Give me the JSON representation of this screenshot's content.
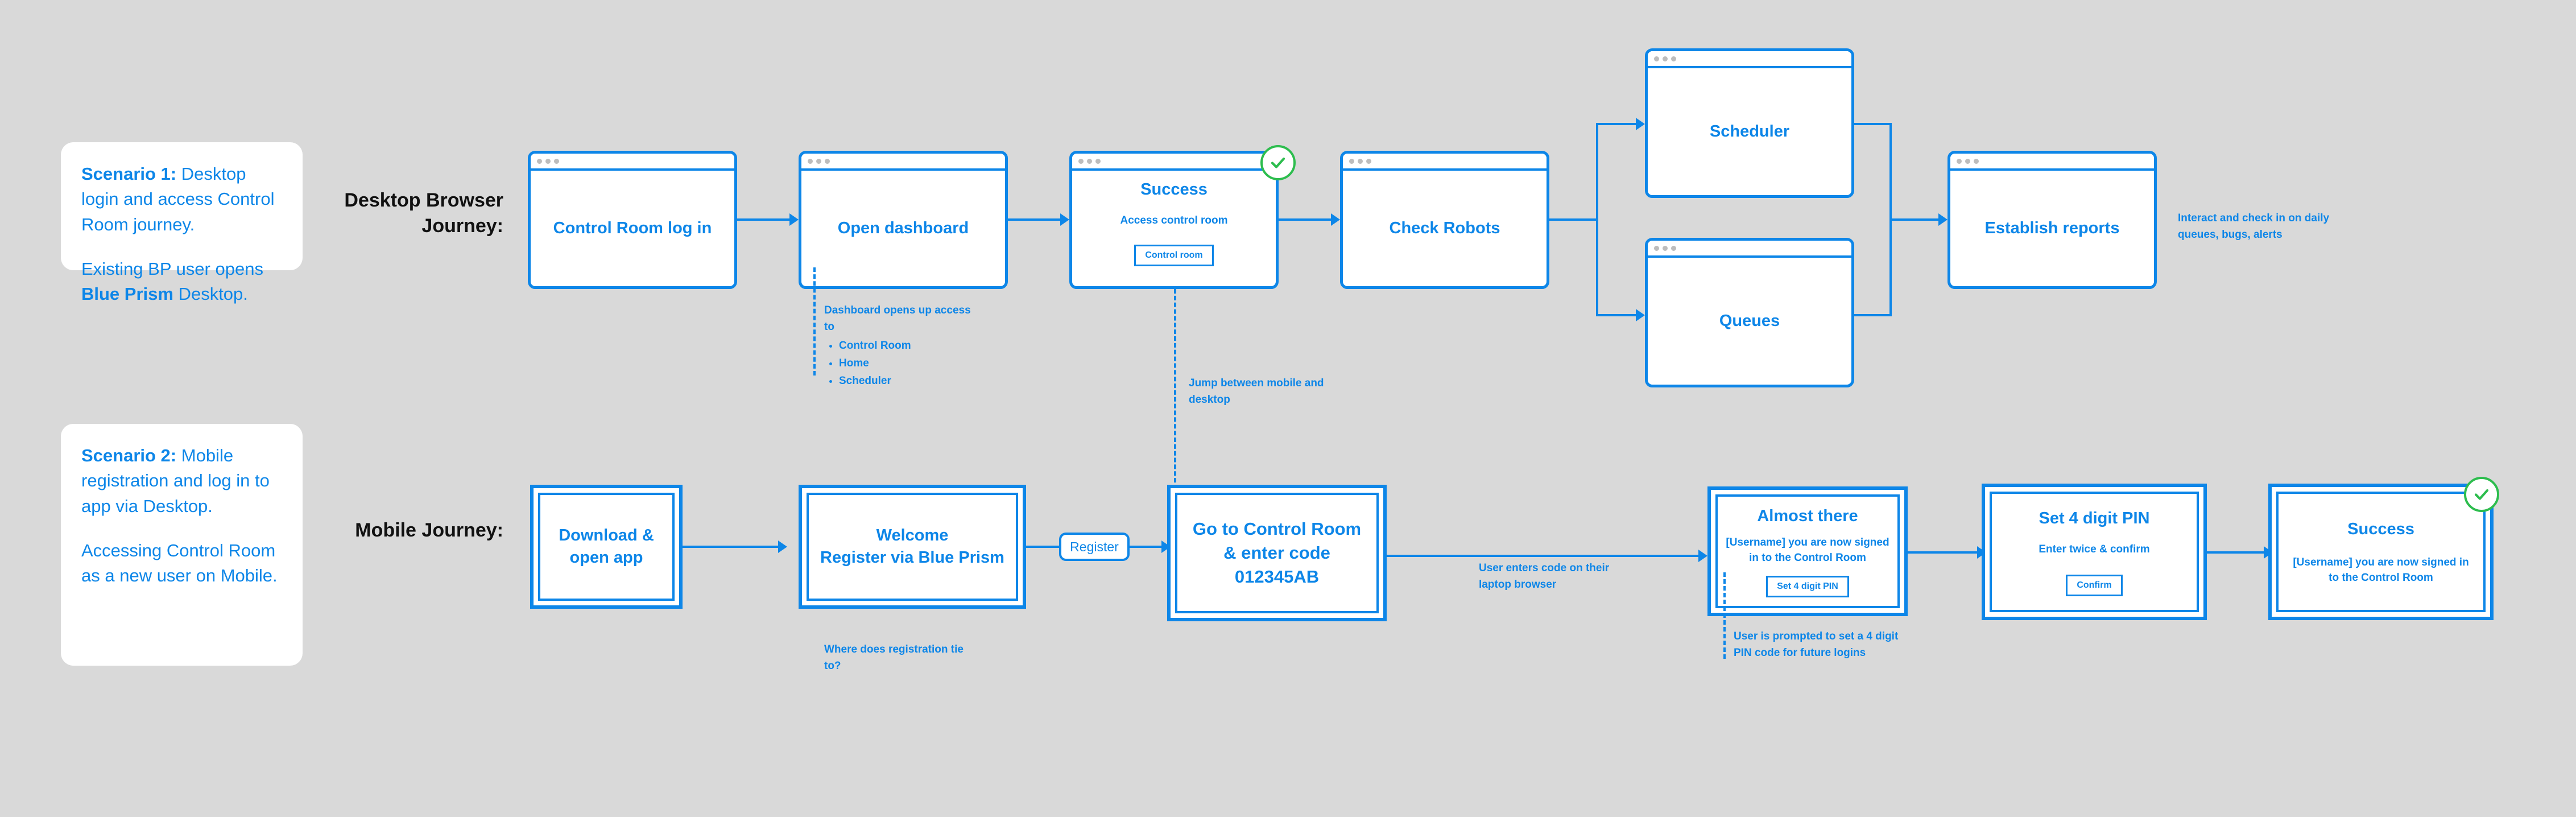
{
  "scenarios": [
    {
      "heading": "Scenario 1:",
      "line1": "Desktop login and access Control Room journey.",
      "line2_pre": "Existing BP user opens ",
      "line2_bold": "Blue Prism",
      "line2_post": " Desktop."
    },
    {
      "heading": "Scenario 2:",
      "line1": "Mobile registration and log in to app via Desktop.",
      "line2_pre": "Accessing Control Room as a new user on Mobile.",
      "line2_bold": "",
      "line2_post": ""
    }
  ],
  "rows": {
    "desktop_label": "Desktop Browser Journey:",
    "mobile_label": "Mobile Journey:"
  },
  "desktop": {
    "control_room_login": "Control Room log in",
    "open_dashboard": "Open dashboard",
    "success_title": "Success",
    "success_sub": "Access control room",
    "success_button": "Control room",
    "check_robots": "Check Robots",
    "scheduler": "Scheduler",
    "queues": "Queues",
    "establish_reports": "Establish reports"
  },
  "mobile": {
    "download": "Download & open app",
    "welcome_line1": "Welcome",
    "welcome_line2": "Register via Blue Prism",
    "register_pill": "Register",
    "goto_control_room": "Go to Control Room & enter code 012345AB",
    "code": "012345AB",
    "almost_there_title": "Almost there",
    "almost_there_sub": "[Username] you are now signed in to the Control Room",
    "almost_there_button": "Set 4 digit PIN",
    "set_pin_title": "Set 4 digit PIN",
    "set_pin_sub": "Enter twice & confirm",
    "set_pin_button": "Confirm",
    "success_title": "Success",
    "success_sub": "[Username] you are now signed in to the Control Room"
  },
  "notes": {
    "dashboard_access_title": "Dashboard opens up access to",
    "dashboard_access_items": [
      "Control Room",
      "Home",
      "Scheduler"
    ],
    "interact_daily": "Interact and check in on daily queues, bugs, alerts",
    "jump_mobile_desktop": "Jump between mobile and desktop",
    "where_registration": "Where does registration tie to?",
    "user_enters_code": "User enters code on their laptop browser",
    "user_prompted_pin": "User is prompted to set a 4 digit PIN code for future logins"
  },
  "colors": {
    "background": "#d9d9d9",
    "accent": "#0d86e8",
    "success": "#2dbd4e",
    "label": "#111111"
  }
}
